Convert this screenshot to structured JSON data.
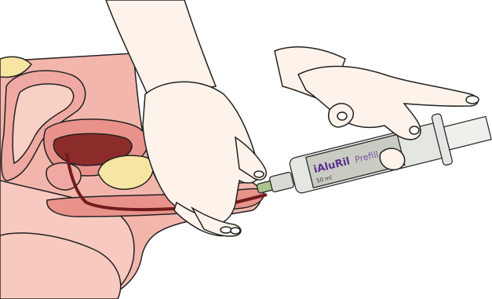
{
  "syringe": {
    "brand": "iAluRil",
    "variant": "Prefill",
    "volume": "50 ml"
  },
  "colors": {
    "skin": "#fbe9dc",
    "tissue": "#f0a9a2",
    "tissue_dark": "#e9928c",
    "organ": "#8b2c2b",
    "fat": "#f7e6a3",
    "outline": "#222222",
    "syringe_label": "#c9ccc3",
    "brand_purple": "#5a2e8c"
  }
}
